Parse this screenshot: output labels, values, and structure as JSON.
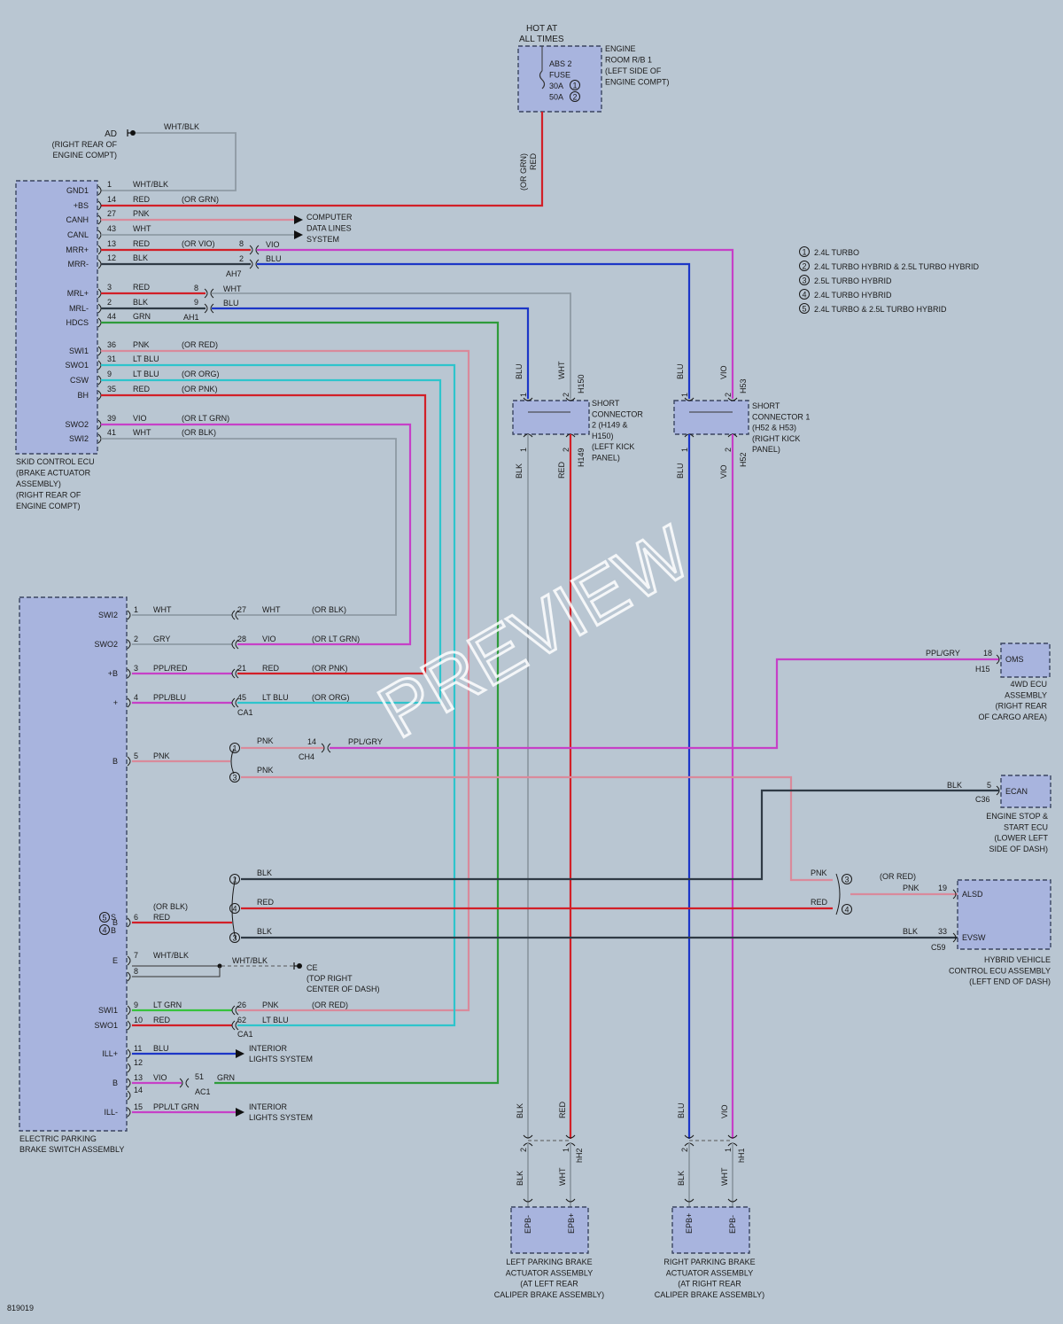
{
  "colors": {
    "red": "#d21f27",
    "blue": "#1c36c7",
    "violet": "#c640c7",
    "pink": "#d98a9b",
    "green": "#2e9b3b",
    "cyan": "#2ec4cc",
    "gray": "#8e9aa4",
    "dark": "#2f3a45",
    "ltgreen": "#36c23c",
    "box": "#a8b4de",
    "bg": "#b9c6d2"
  },
  "fuse": {
    "hot": [
      "HOT AT",
      "ALL TIMES"
    ],
    "label": [
      "ABS 2",
      "FUSE",
      "30A",
      "50A"
    ],
    "note1": "1",
    "note2": "2",
    "location": [
      "ENGINE",
      "ROOM R/B 1",
      "(LEFT SIDE OF",
      "ENGINE COMPT)"
    ]
  },
  "fuse_wire": {
    "color": "RED",
    "alt": "(OR GRN)"
  },
  "ground_ad": {
    "name": "AD",
    "location": [
      "(RIGHT REAR OF",
      "ENGINE COMPT)"
    ],
    "wire": "WHT/BLK"
  },
  "notes": [
    {
      "n": "1",
      "text": "2.4L TURBO"
    },
    {
      "n": "2",
      "text": "2.4L TURBO HYBRID & 2.5L TURBO HYBRID"
    },
    {
      "n": "3",
      "text": "2.5L TURBO HYBRID"
    },
    {
      "n": "4",
      "text": "2.4L TURBO HYBRID"
    },
    {
      "n": "5",
      "text": "2.4L TURBO & 2.5L TURBO HYBRID"
    }
  ],
  "skid_ecu": {
    "name": [
      "SKID CONTROL ECU",
      "(BRAKE ACTUATOR",
      "ASSEMBLY)",
      "(RIGHT REAR OF",
      "ENGINE COMPT)"
    ],
    "pins": [
      {
        "label": "GND1",
        "pin": "1",
        "wire": "WHT/BLK",
        "alt": ""
      },
      {
        "label": "+BS",
        "pin": "14",
        "wire": "RED",
        "alt": "(OR GRN)"
      },
      {
        "label": "CANH",
        "pin": "27",
        "wire": "PNK",
        "alt": ""
      },
      {
        "label": "CANL",
        "pin": "43",
        "wire": "WHT",
        "alt": ""
      },
      {
        "label": "MRR+",
        "pin": "13",
        "wire": "RED",
        "alt": "(OR VIO)"
      },
      {
        "label": "MRR-",
        "pin": "12",
        "wire": "BLK",
        "alt": ""
      },
      {
        "label": "MRL+",
        "pin": "3",
        "wire": "RED",
        "alt": ""
      },
      {
        "label": "MRL-",
        "pin": "2",
        "wire": "BLK",
        "alt": ""
      },
      {
        "label": "HDCS",
        "pin": "44",
        "wire": "GRN",
        "alt": ""
      },
      {
        "label": "SWI1",
        "pin": "36",
        "wire": "PNK",
        "alt": "(OR RED)"
      },
      {
        "label": "SWO1",
        "pin": "31",
        "wire": "LT BLU",
        "alt": ""
      },
      {
        "label": "CSW",
        "pin": "9",
        "wire": "LT BLU",
        "alt": "(OR ORG)"
      },
      {
        "label": "BH",
        "pin": "35",
        "wire": "RED",
        "alt": "(OR PNK)"
      },
      {
        "label": "SWO2",
        "pin": "39",
        "wire": "VIO",
        "alt": "(OR LT GRN)"
      },
      {
        "label": "SWI2",
        "pin": "41",
        "wire": "WHT",
        "alt": "(OR BLK)"
      }
    ]
  },
  "computer_data": [
    "COMPUTER",
    "DATA LINES",
    "SYSTEM"
  ],
  "ah7": {
    "name": "AH7",
    "p8": "8",
    "w8": "VIO",
    "p2": "2",
    "w2": "BLU"
  },
  "ah1": {
    "name": "AH1",
    "p8": "8",
    "w8": "WHT",
    "p9": "9",
    "w9": "BLU"
  },
  "short2": {
    "name": [
      "SHORT",
      "CONNECTOR",
      "2 (H149 &",
      "H150)",
      "(LEFT KICK",
      "PANEL)"
    ],
    "top": [
      {
        "pin": "1",
        "wire": "BLU"
      },
      {
        "pin": "2",
        "wire": "WHT"
      }
    ],
    "top_conn": "H150",
    "bottom": [
      {
        "pin": "1",
        "wire": "BLK"
      },
      {
        "pin": "2",
        "wire": "RED"
      }
    ],
    "bottom_conn": "H149"
  },
  "short1": {
    "name": [
      "SHORT",
      "CONNECTOR 1",
      "(H52 & H53)",
      "(RIGHT KICK",
      "PANEL)"
    ],
    "top": [
      {
        "pin": "1",
        "wire": "BLU"
      },
      {
        "pin": "2",
        "wire": "VIO"
      }
    ],
    "top_conn": "H53",
    "bottom": [
      {
        "pin": "1",
        "wire": "BLU"
      },
      {
        "pin": "2",
        "wire": "VIO"
      }
    ],
    "bottom_conn": "H52"
  },
  "epb_switch": {
    "name": [
      "ELECTRIC PARKING",
      "BRAKE SWITCH ASSEMBLY"
    ],
    "rows": [
      {
        "label": "SWI2",
        "pin": "1",
        "wire": "WHT"
      },
      {
        "label": "SWO2",
        "pin": "2",
        "wire": "GRY"
      },
      {
        "label": "+B",
        "pin": "3",
        "wire": "PPL/RED"
      },
      {
        "label": "+",
        "pin": "4",
        "wire": "PPL/BLU"
      },
      {
        "label": "B",
        "pin": "5",
        "wire": "PNK"
      },
      {
        "label": "B",
        "pin": "6",
        "wire": "RED",
        "alt": "(OR BLK)"
      },
      {
        "label": "E",
        "pin": "7",
        "wire": "WHT/BLK"
      },
      {
        "label": "",
        "pin": "8",
        "wire": ""
      },
      {
        "label": "SWI1",
        "pin": "9",
        "wire": "LT GRN"
      },
      {
        "label": "SWO1",
        "pin": "10",
        "wire": "RED"
      },
      {
        "label": "ILL+",
        "pin": "11",
        "wire": "BLU"
      },
      {
        "label": "",
        "pin": "12",
        "wire": ""
      },
      {
        "label": "B",
        "pin": "13",
        "wire": "VIO"
      },
      {
        "label": "",
        "pin": "14",
        "wire": ""
      },
      {
        "label": "ILL-",
        "pin": "15",
        "wire": "PPL/LT GRN"
      }
    ],
    "b6_notes": {
      "s": "5",
      "b": "4",
      "sl": "S",
      "bl": "B"
    }
  },
  "ca1": {
    "name": "CA1",
    "rows": [
      {
        "pin": "27",
        "wire": "WHT",
        "alt": "(OR BLK)"
      },
      {
        "pin": "28",
        "wire": "VIO",
        "alt": "(OR LT GRN)"
      },
      {
        "pin": "21",
        "wire": "RED",
        "alt": "(OR PNK)"
      },
      {
        "pin": "45",
        "wire": "LT BLU",
        "alt": "(OR ORG)"
      },
      {
        "pin": "26",
        "wire": "PNK",
        "alt": "(OR RED)"
      },
      {
        "pin": "62",
        "wire": "LT BLU",
        "alt": ""
      }
    ]
  },
  "ch4": {
    "name": "CH4",
    "pin": "14",
    "wire": "PPL/GRY",
    "n1": "1",
    "n3": "3",
    "w1": "PNK",
    "w3": "PNK"
  },
  "ground_ce": {
    "name": "CE",
    "location": [
      "(TOP RIGHT",
      "CENTER OF DASH)"
    ],
    "wire": "WHT/BLK"
  },
  "ill1": [
    "INTERIOR",
    "LIGHTS SYSTEM"
  ],
  "ill2": [
    "INTERIOR",
    "LIGHTS SYSTEM"
  ],
  "ac1": {
    "name": "AC1",
    "pin": "51",
    "wire": "GRN"
  },
  "fwd_ecu": {
    "pin_label": "OMS",
    "pin": "18",
    "wire": "PPL/GRY",
    "conn": "H15",
    "name": [
      "4WD ECU",
      "ASSEMBLY",
      "(RIGHT REAR",
      "OF CARGO AREA)"
    ]
  },
  "start_ecu": {
    "pin_label": "ECAN",
    "pin": "5",
    "wire": "BLK",
    "conn": "C36",
    "name": [
      "ENGINE STOP &",
      "START ECU",
      "(LOWER LEFT",
      "SIDE OF DASH)"
    ]
  },
  "hv_ecu": {
    "pins": [
      {
        "label": "ALSD",
        "pin": "19",
        "wire": "PNK",
        "alt": "(OR RED)"
      },
      {
        "label": "EVSW",
        "pin": "33",
        "wire": "BLK"
      }
    ],
    "conn": "C59",
    "name": [
      "HYBRID VEHICLE",
      "CONTROL ECU ASSEMBLY",
      "(LEFT END OF DASH)"
    ]
  },
  "mid_wires": {
    "blk1": "BLK",
    "red4": "RED",
    "blk3": "BLK",
    "pnk3": "PNK",
    "red4r": "RED",
    "n1": "1",
    "n4": "4",
    "n3": "3"
  },
  "hh2": {
    "name": "hH2",
    "top": [
      {
        "pin": "",
        "wire": "BLK"
      },
      {
        "pin": "",
        "wire": "RED"
      }
    ],
    "bottom": [
      {
        "pin": "2",
        "wire": "BLK"
      },
      {
        "pin": "1",
        "wire": "WHT"
      }
    ]
  },
  "hh1": {
    "name": "hH1",
    "top": [
      {
        "pin": "",
        "wire": "BLU"
      },
      {
        "pin": "",
        "wire": "VIO"
      }
    ],
    "bottom": [
      {
        "pin": "2",
        "wire": "BLK"
      },
      {
        "pin": "1",
        "wire": "WHT"
      }
    ]
  },
  "left_act": {
    "pins": [
      "EPB-",
      "EPB+"
    ],
    "name": [
      "LEFT PARKING BRAKE",
      "ACTUATOR ASSEMBLY",
      "(AT LEFT REAR",
      "CALIPER BRAKE ASSEMBLY)"
    ]
  },
  "right_act": {
    "pins": [
      "EPB+",
      "EPB-"
    ],
    "name": [
      "RIGHT PARKING BRAKE",
      "ACTUATOR ASSEMBLY",
      "(AT RIGHT REAR",
      "CALIPER BRAKE ASSEMBLY)"
    ]
  },
  "diagram_id": "819019",
  "watermark": "PREVIEW"
}
